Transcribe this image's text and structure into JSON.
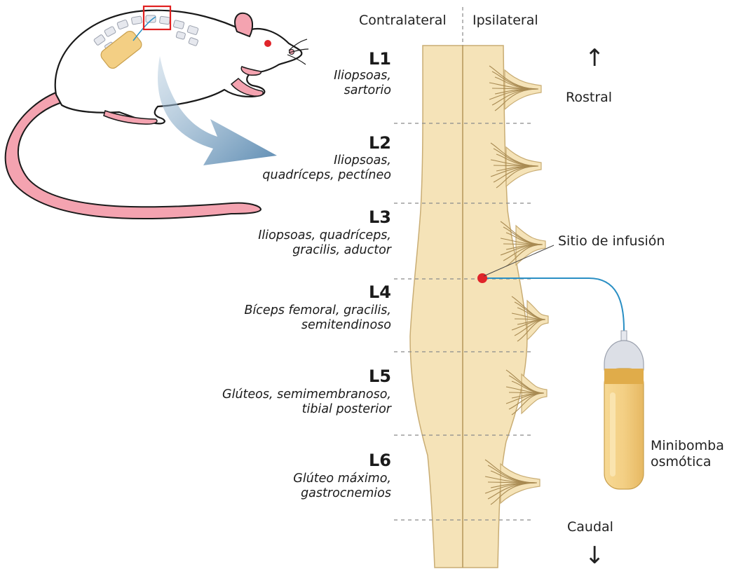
{
  "headers": {
    "contralateral": "Contralateral",
    "ipsilateral": "Ipsilateral"
  },
  "segments": [
    {
      "code": "L1",
      "muscles": "Iliopsoas,\nsartorio"
    },
    {
      "code": "L2",
      "muscles": "Iliopsoas,\nquadríceps, pectíneo"
    },
    {
      "code": "L3",
      "muscles": "Iliopsoas, quadríceps,\ngracilis, aductor"
    },
    {
      "code": "L4",
      "muscles": "Bíceps femoral, gracilis,\nsemitendinoso"
    },
    {
      "code": "L5",
      "muscles": "Glúteos, semimembranoso,\ntibial posterior"
    },
    {
      "code": "L6",
      "muscles": "Glúteo máximo,\ngastrocnemios"
    }
  ],
  "directions": {
    "rostral": "Rostral",
    "caudal": "Caudal"
  },
  "annotations": {
    "infusion_site": "Sitio de infusión",
    "pump": "Minibomba\nosmótica"
  },
  "colors": {
    "cord_fill": "#f5e3b8",
    "cord_stroke": "#c9ad74",
    "nerve": "#a88a52",
    "infusion_dot": "#e0242a",
    "catheter": "#2a8fc4",
    "pump_body": "#f3cf84",
    "pump_band": "#e0ac4a",
    "pump_cap": "#dcdfe6",
    "rat_tail": "#f4a3b0",
    "arrow_blue": "#6f98bb",
    "highlight_box": "#e02020"
  }
}
